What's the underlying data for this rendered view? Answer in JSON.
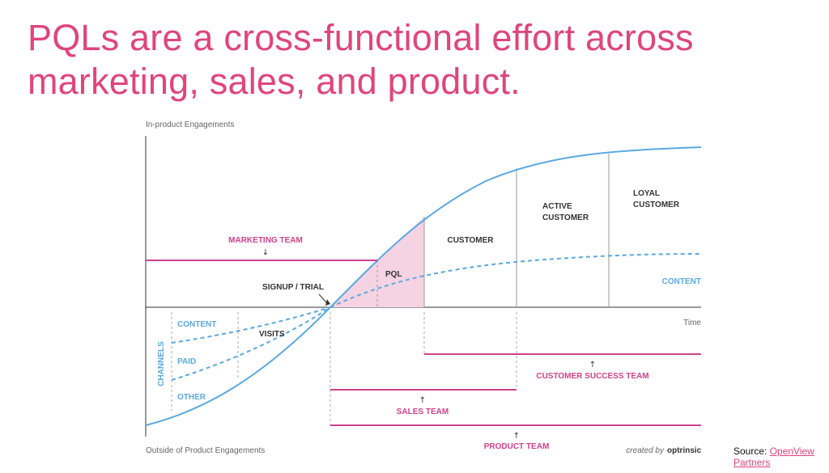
{
  "title": {
    "line1": "PQLs are a cross-functional effort across",
    "line2": "marketing, sales, and product."
  },
  "diagram": {
    "y_axis_top_label": "In-product Engagements",
    "y_axis_bottom_label": "Outside of Product Engagements",
    "x_axis_label": "Time",
    "stages": {
      "pql": "PQL",
      "customer": "CUSTOMER",
      "active_customer_1": "ACTIVE",
      "active_customer_2": "CUSTOMER",
      "loyal_customer_1": "LOYAL",
      "loyal_customer_2": "CUSTOMER"
    },
    "signup_trial": "SIGNUP / TRIAL",
    "content_right": "CONTENT",
    "visits": "VISITS",
    "channels": {
      "title": "CHANNELS",
      "content": "CONTENT",
      "paid": "PAID",
      "other": "OTHER"
    },
    "teams": {
      "marketing": "MARKETING TEAM",
      "customer_success": "CUSTOMER SUCCESS TEAM",
      "sales": "SALES TEAM",
      "product": "PRODUCT TEAM"
    },
    "credit_prefix": "created by",
    "credit_brand": "optrinsic",
    "colors": {
      "blue": "#5aa9e0",
      "pink": "#d1418a",
      "pql_fill": "#f6d3e2",
      "axis": "#333333",
      "grid": "#bbbbbb"
    }
  },
  "source": {
    "prefix": "Source: ",
    "link_line1": "OpenView",
    "link_line2": "Partners"
  }
}
